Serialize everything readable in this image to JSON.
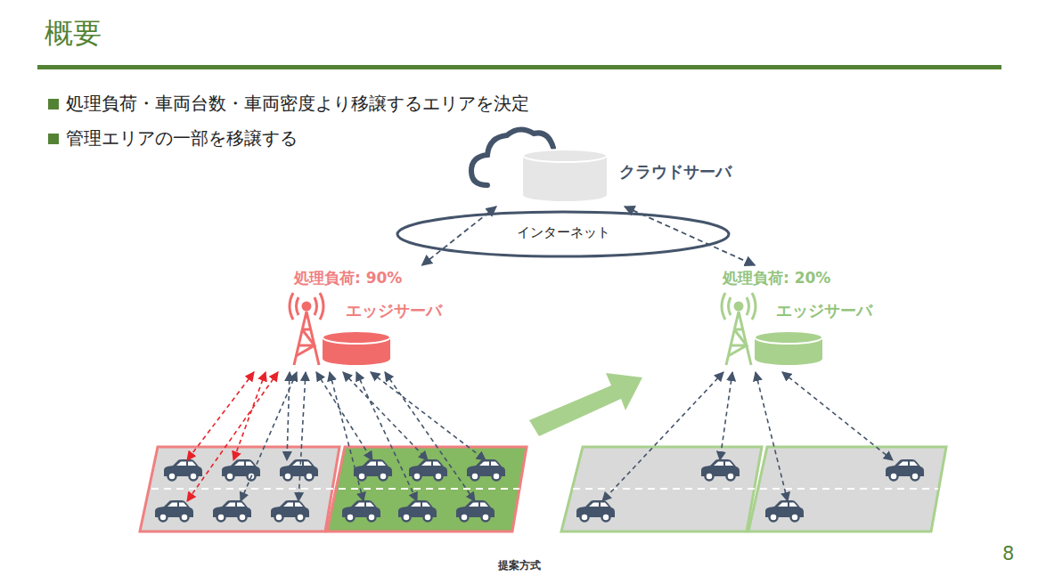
{
  "diagram": {
    "title": "概要",
    "nodes": [
      {
        "text": [
          "クラウドサーバ"
        ]
      },
      {
        "text": [
          "インターネット"
        ]
      },
      {
        "text": [
          "処理負荷: 90%",
          "エッジサーバ"
        ]
      },
      {
        "text": [
          "処理負荷: 20%",
          "エッジサーバ"
        ]
      }
    ],
    "edges": [
      {
        "from": 0,
        "to": 2,
        "arrow": "both"
      },
      {
        "from": 0,
        "to": 3,
        "arrow": "both"
      }
    ],
    "labels": [
      "処理負荷・車両台数・車両密度より移譲するエリアを決定",
      "管理エリアの一部を移譲する",
      "提案方式",
      "8"
    ]
  }
}
